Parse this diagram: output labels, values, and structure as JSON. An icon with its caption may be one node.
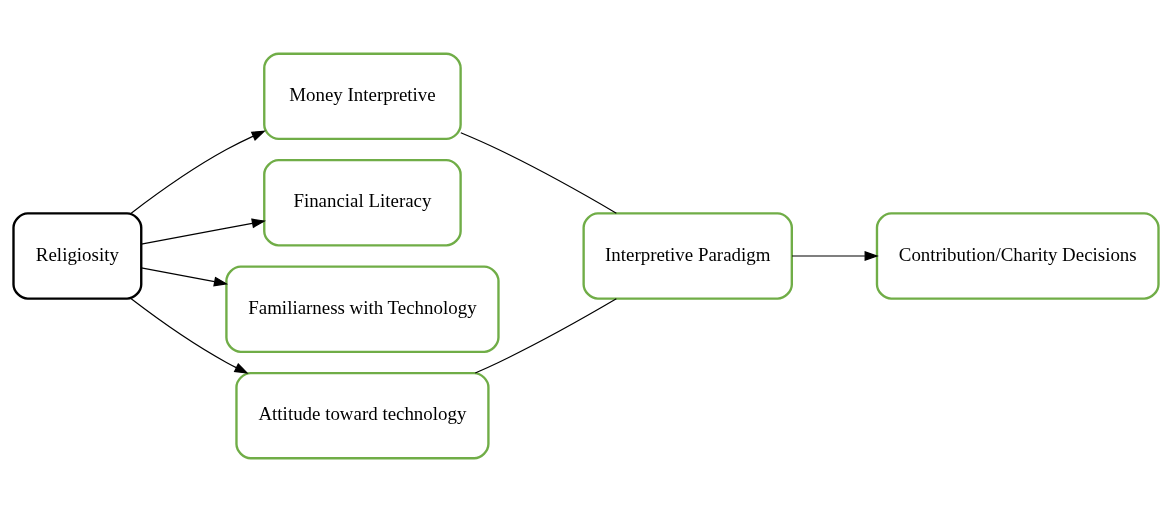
{
  "diagram": {
    "nodes": [
      {
        "text": [
          "Religiosity"
        ]
      },
      {
        "text": [
          "Money Interpretive"
        ]
      },
      {
        "text": [
          "Financial Literacy"
        ]
      },
      {
        "text": [
          "Familiarness with Technology"
        ]
      },
      {
        "text": [
          "Attitude toward technology"
        ]
      },
      {
        "text": [
          "Interpretive Paradigm"
        ]
      },
      {
        "text": [
          "Contribution/Charity Decisions"
        ]
      }
    ],
    "edges": [
      {
        "from": 0,
        "to": 1,
        "arrow": "to"
      },
      {
        "from": 0,
        "to": 2,
        "arrow": "to"
      },
      {
        "from": 0,
        "to": 3,
        "arrow": "to"
      },
      {
        "from": 0,
        "to": 4,
        "arrow": "to"
      },
      {
        "from": 1,
        "to": 5,
        "arrow": "none"
      },
      {
        "from": 4,
        "to": 5,
        "arrow": "none"
      },
      {
        "from": 5,
        "to": 6,
        "arrow": "to"
      }
    ]
  }
}
